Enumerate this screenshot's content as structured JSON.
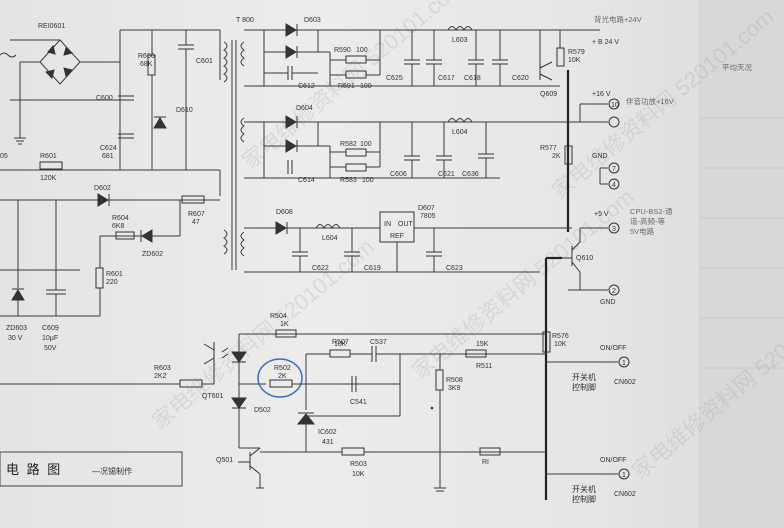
{
  "bridge": {
    "label": "REI0601"
  },
  "transformer": {
    "label": "T 800"
  },
  "title_block": {
    "title": "电 路 图",
    "author": "—况锡制作"
  },
  "resistors": {
    "r606": "R606",
    "r606v": "68K",
    "r601a": "R601",
    "r601av": "120K",
    "r605": "05",
    "r590": "R590",
    "r590v": "100",
    "r591": "R591",
    "r591v": "100",
    "r579": "R579",
    "r579v": "10K",
    "r582": "R582",
    "r582v": "100",
    "r583": "R583",
    "r583v": "100",
    "r577": "R577",
    "r577v": "2K",
    "r604": "R604",
    "r604v": "6K8",
    "r607": "R607",
    "r607v": "47",
    "r601": "R601",
    "r601v": "220",
    "r504": "R504",
    "r504v": "1K",
    "r507": "R507",
    "r507v": "10K",
    "r502": "R502",
    "r502v": "2K",
    "r603": "R603",
    "r603v": "2K2",
    "r508": "R508",
    "r508v": "3K9",
    "r511": "R511",
    "r511v": "15K",
    "r503": "R503",
    "r503v": "10K",
    "r576": "R576",
    "r576v": "10K",
    "ri": "RI"
  },
  "capacitors": {
    "c601": "C601",
    "c600": "C600",
    "c624": "C624",
    "c624v": "681",
    "c612": "C612",
    "c614": "C614",
    "c625": "C625",
    "c617": "C617",
    "c618": "C618",
    "c620": "C620",
    "c606": "C606",
    "c621": "C621",
    "c636": "C636",
    "c622": "C622",
    "c619": "C619",
    "c623": "C623",
    "c609": "C609",
    "c609v1": "10μF",
    "c609v2": "50V",
    "c537": "C537",
    "c541": "C541"
  },
  "diodes": {
    "d603": "D603",
    "d604": "D604",
    "d610": "D610",
    "d602": "D602",
    "zd602": "ZD602",
    "d608": "D608",
    "zd603": "ZD603",
    "zd603v": "30 V",
    "d502": "D502"
  },
  "inductors": {
    "l603": "L603",
    "l604a": "L604",
    "l604b": "L604"
  },
  "ics": {
    "d607": "D607",
    "d607v": "7805",
    "in": "IN",
    "out": "OUT",
    "ref": "REF",
    "ic602": "IC602",
    "ic602v": "431"
  },
  "transistors": {
    "q609": "Q609",
    "q610": "Q610",
    "q501": "Q501",
    "qt601": "QT601"
  },
  "outputs": {
    "top_note": "背光电路+24V",
    "b24": "+ B 24 V",
    "p16": "+16 V",
    "n10": "10",
    "note16": "伴音功放+16V",
    "gnd1": "GND",
    "n7": "7",
    "n4": "4",
    "p5": "+5 V",
    "n3": "3",
    "note5a": "CPU-BS2-通",
    "note5b": "道-高频-等",
    "note5c": "5V电路",
    "gnd2": "GND",
    "n2": "2",
    "onoff1": "ON/OFF",
    "n1a": "1",
    "sw1a": "开关机",
    "sw1b": "控制脚",
    "cn1": "CN602",
    "onoff2": "ON/OFF",
    "n1b": "1",
    "sw2a": "开关机",
    "sw2b": "控制脚",
    "cn2": "CN602",
    "margin_note": "平均天况"
  },
  "watermark": {
    "text": "家电维修资料网 520101.com"
  }
}
